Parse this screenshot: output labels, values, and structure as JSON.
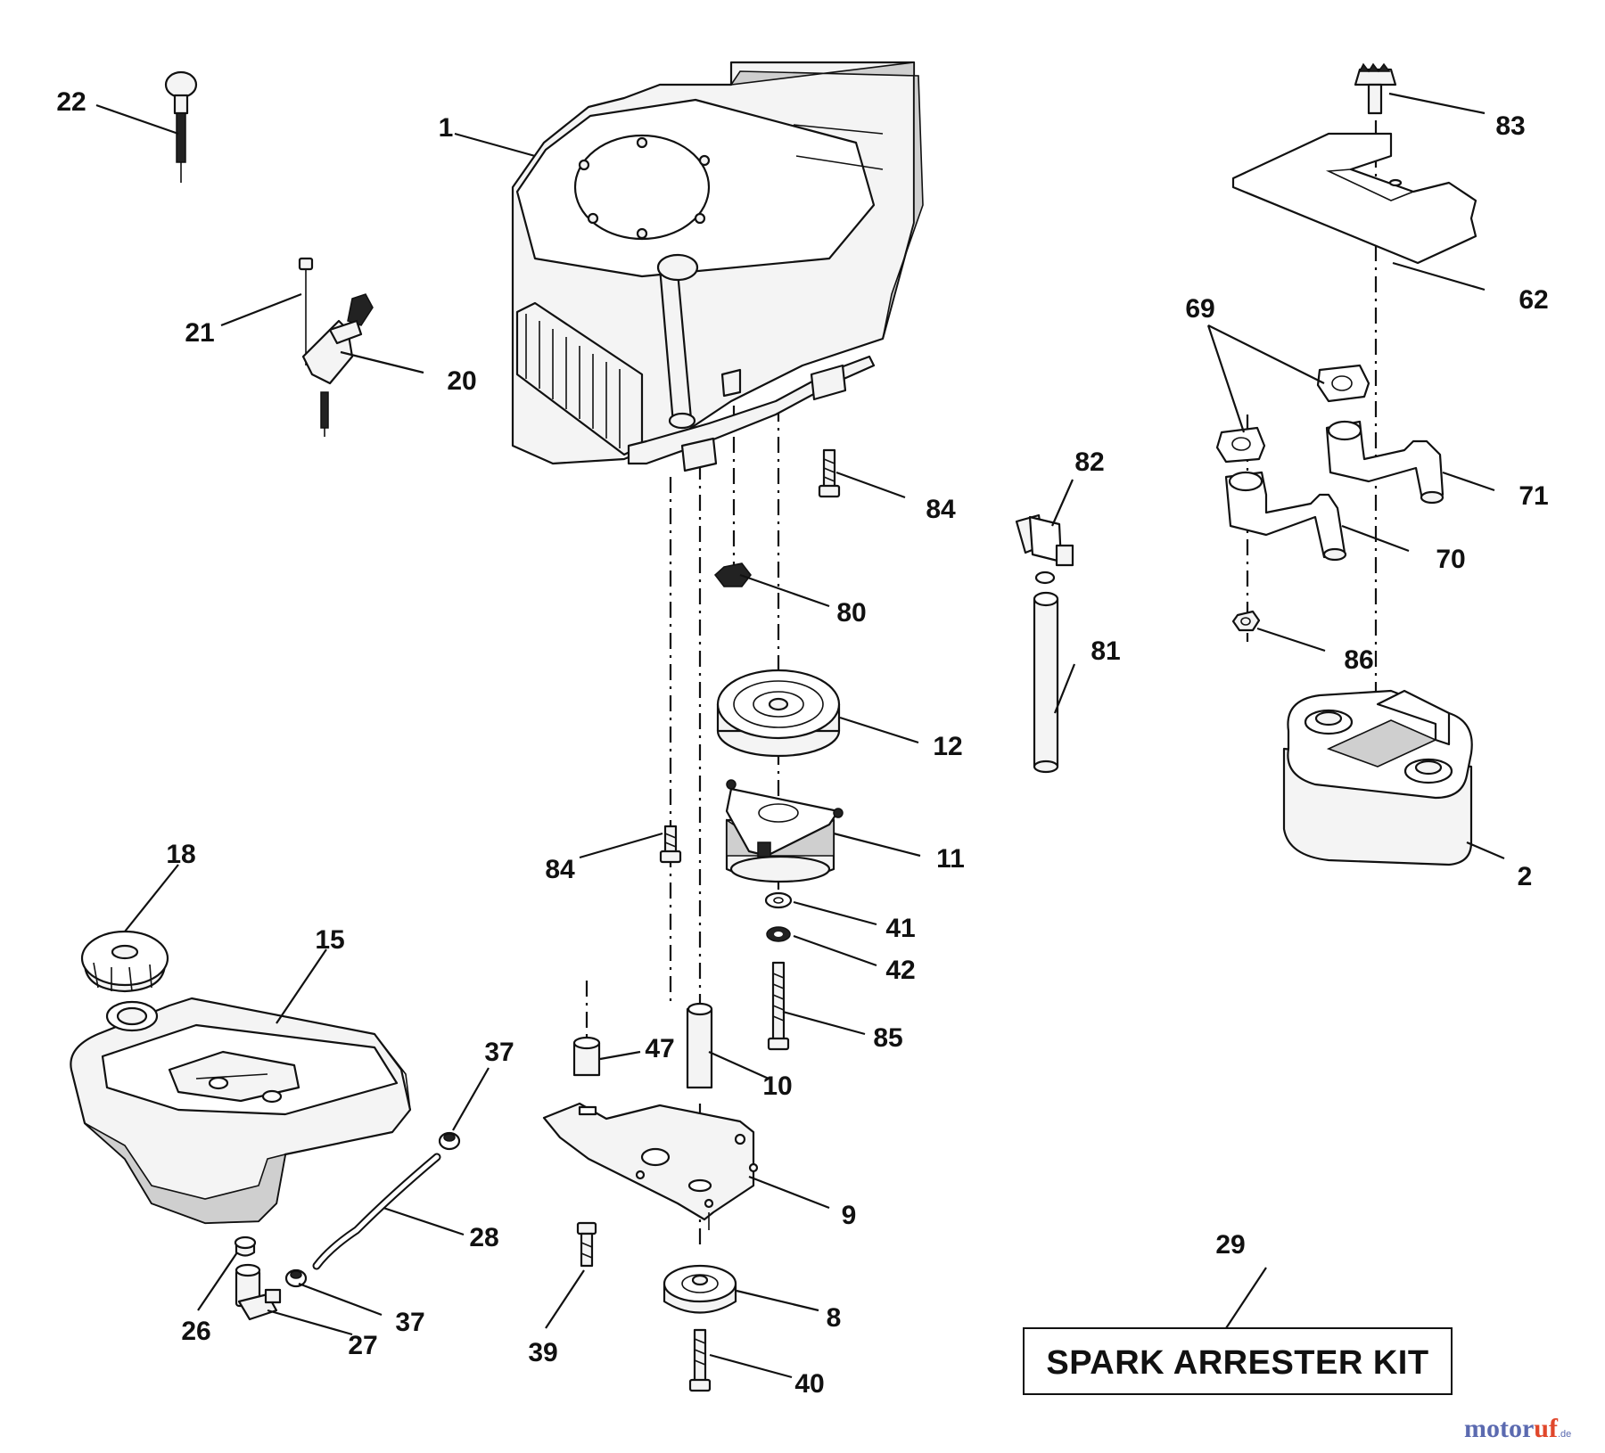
{
  "diagram": {
    "callouts": [
      {
        "id": "engine",
        "label": "1"
      },
      {
        "id": "muffler",
        "label": "2"
      },
      {
        "id": "idler-pulley",
        "label": "8"
      },
      {
        "id": "bracket",
        "label": "9"
      },
      {
        "id": "spacer-tube",
        "label": "10"
      },
      {
        "id": "clutch",
        "label": "11"
      },
      {
        "id": "engine-pulley",
        "label": "12"
      },
      {
        "id": "fuel-tank",
        "label": "15"
      },
      {
        "id": "fuel-cap",
        "label": "18"
      },
      {
        "id": "throttle-bracket",
        "label": "20"
      },
      {
        "id": "throttle-screw",
        "label": "21"
      },
      {
        "id": "choke-knob",
        "label": "22"
      },
      {
        "id": "grommet",
        "label": "26"
      },
      {
        "id": "fuel-valve",
        "label": "27"
      },
      {
        "id": "fuel-line",
        "label": "28"
      },
      {
        "id": "spark-arrester-kit",
        "label": "29"
      },
      {
        "id": "clamp-upper",
        "label": "37"
      },
      {
        "id": "clamp-lower",
        "label": "37"
      },
      {
        "id": "bolt-39",
        "label": "39"
      },
      {
        "id": "bolt-40",
        "label": "40"
      },
      {
        "id": "washer-41",
        "label": "41"
      },
      {
        "id": "lock-washer-42",
        "label": "42"
      },
      {
        "id": "spacer-47",
        "label": "47"
      },
      {
        "id": "heat-shield",
        "label": "62"
      },
      {
        "id": "gaskets",
        "label": "69"
      },
      {
        "id": "exhaust-pipe-70",
        "label": "70"
      },
      {
        "id": "exhaust-pipe-71",
        "label": "71"
      },
      {
        "id": "nut-80",
        "label": "80"
      },
      {
        "id": "drain-tube",
        "label": "81"
      },
      {
        "id": "drain-valve",
        "label": "82"
      },
      {
        "id": "heat-shield-bolt",
        "label": "83"
      },
      {
        "id": "engine-bolt-upper",
        "label": "84"
      },
      {
        "id": "engine-bolt-lower",
        "label": "84"
      },
      {
        "id": "clutch-bolt",
        "label": "85"
      },
      {
        "id": "exhaust-nut",
        "label": "86"
      }
    ],
    "kit_box_text": "SPARK ARRESTER KIT"
  },
  "watermark": {
    "brand_a": "motor",
    "brand_b": "uf",
    "suffix": ".de"
  }
}
